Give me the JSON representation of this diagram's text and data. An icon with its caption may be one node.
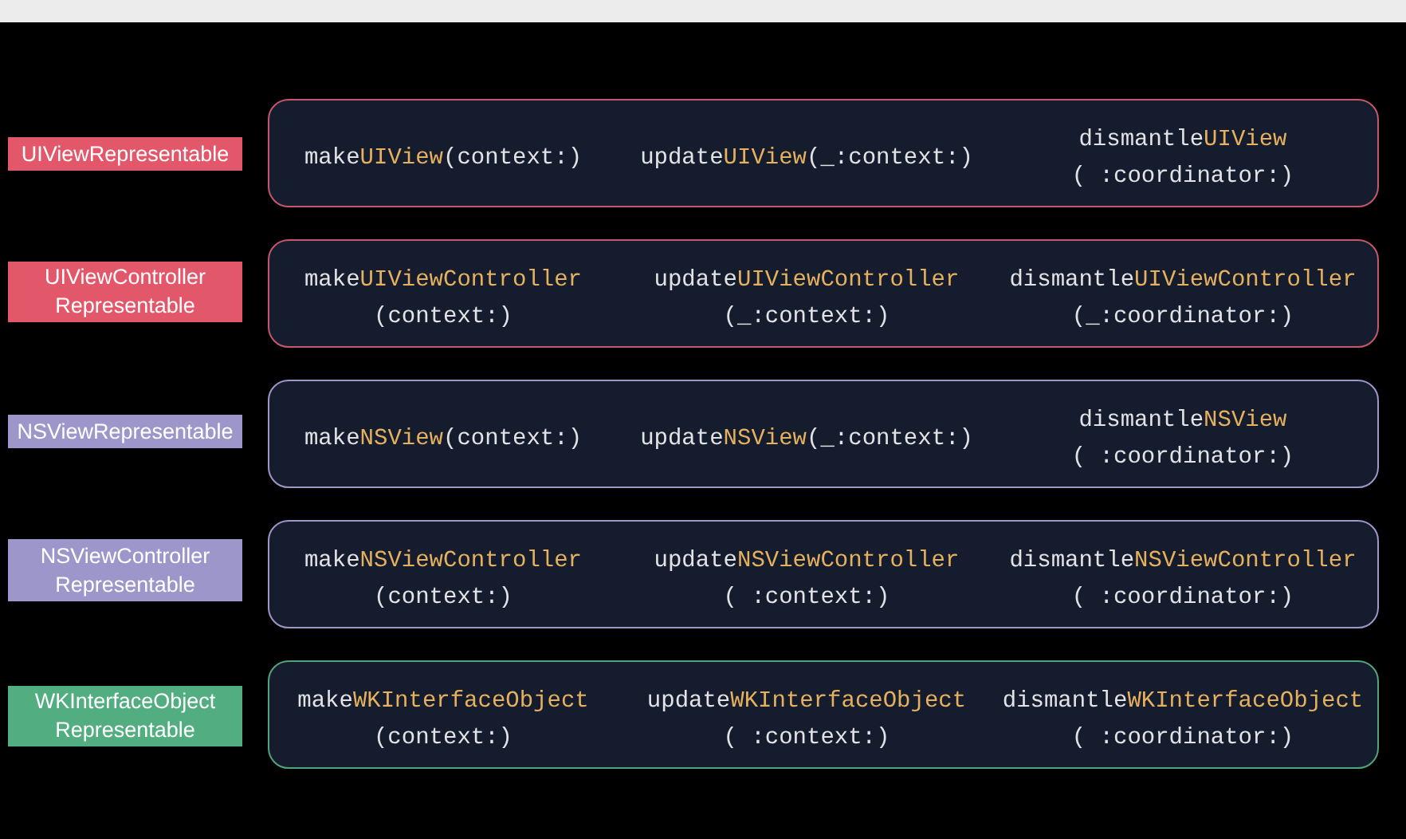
{
  "diagram": {
    "nodes": [
      {
        "text": [
          "UIViewRepresentable"
        ]
      },
      {
        "text": [
          "make**UIView**(context:)",
          "update**UIView**(_:context:)",
          "dismantle**UIView** ( :coordinator:)"
        ]
      },
      {
        "text": [
          "UIViewController Representable"
        ]
      },
      {
        "text": [
          "make**UIViewController** (context:)",
          "update**UIViewController** (_:context:)",
          "dismantle**UIViewController** (_:coordinator:)"
        ]
      },
      {
        "text": [
          "NSViewRepresentable"
        ]
      },
      {
        "text": [
          "make**NSView**(context:)",
          "update**NSView**(_:context:)",
          "dismantle**NSView** ( :coordinator:)"
        ]
      },
      {
        "text": [
          "NSViewController Representable"
        ]
      },
      {
        "text": [
          "make**NSViewController** (context:)",
          "update**NSViewController** ( :context:)",
          "dismantle**NSViewController** ( :coordinator:)"
        ]
      },
      {
        "text": [
          "WKInterfaceObject Representable"
        ]
      },
      {
        "text": [
          "make**WKInterfaceObject** (context:)",
          "update**WKInterfaceObject** ( :context:)",
          "dismantle**WKInterfaceObject** ( :coordinator:)"
        ]
      }
    ]
  }
}
